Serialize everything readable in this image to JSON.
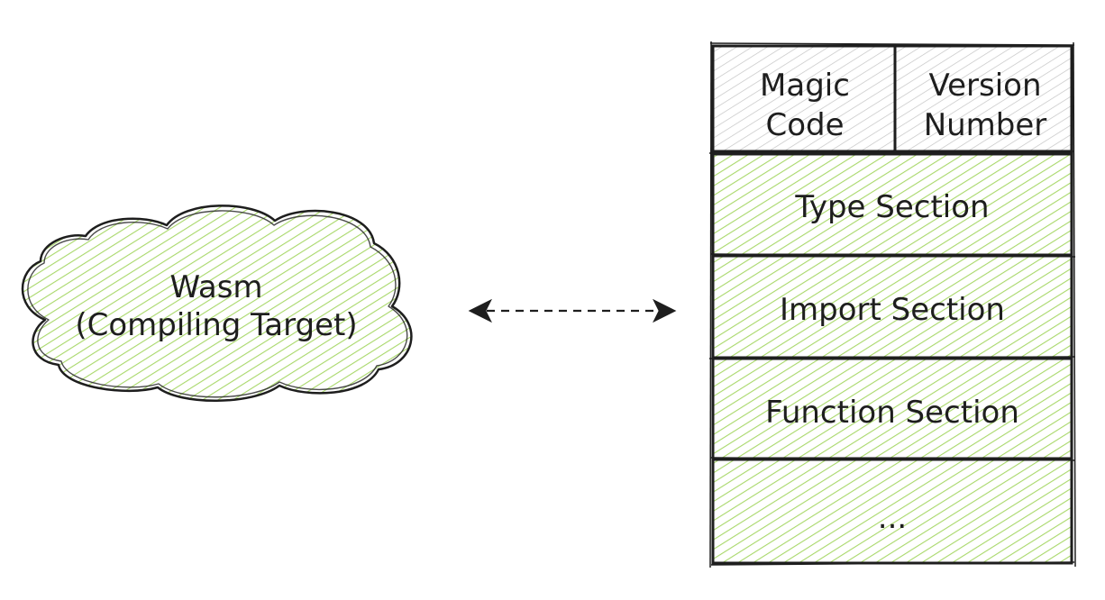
{
  "colors": {
    "stroke": "#1e1e1e",
    "green_fill": "#a9d86a",
    "gray_fill": "#bdbdbd",
    "background": "#ffffff"
  },
  "cloud": {
    "line1": "Wasm",
    "line2": "(Compiling Target)"
  },
  "connector": {
    "style": "dashed",
    "arrowheads": "both"
  },
  "module": {
    "header": {
      "magic_line1": "Magic",
      "magic_line2": "Code",
      "version_line1": "Version",
      "version_line2": "Number"
    },
    "sections": [
      {
        "label": "Type Section"
      },
      {
        "label": "Import Section"
      },
      {
        "label": "Function Section"
      },
      {
        "label": "..."
      }
    ]
  }
}
